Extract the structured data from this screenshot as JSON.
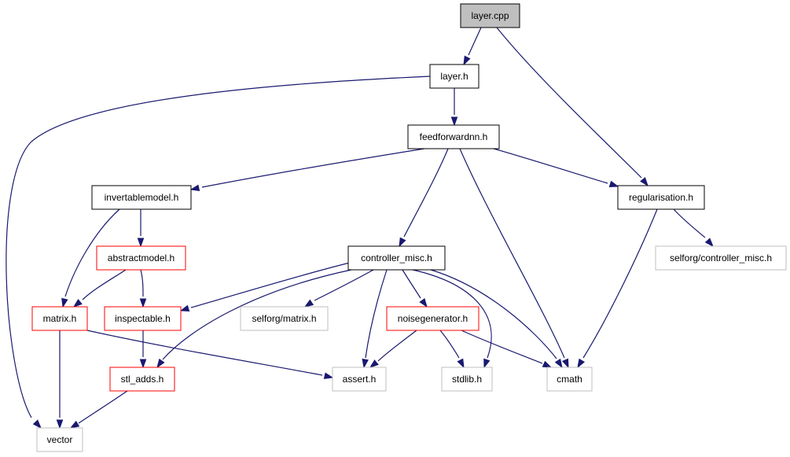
{
  "colors": {
    "edge": "#191970",
    "root_fill": "#bfbfbf",
    "black_border": "#000000",
    "red_border": "#ff0000",
    "gray_border": "#bfbfbf",
    "background": "#ffffff"
  },
  "nodes": [
    {
      "id": "layer_cpp",
      "label": "layer.cpp",
      "style": "root"
    },
    {
      "id": "layer_h",
      "label": "layer.h",
      "style": "black"
    },
    {
      "id": "feedforwardnn_h",
      "label": "feedforwardnn.h",
      "style": "black"
    },
    {
      "id": "invertablemodel_h",
      "label": "invertablemodel.h",
      "style": "black"
    },
    {
      "id": "regularisation_h",
      "label": "regularisation.h",
      "style": "black"
    },
    {
      "id": "abstractmodel_h",
      "label": "abstractmodel.h",
      "style": "red"
    },
    {
      "id": "controller_misc_h",
      "label": "controller_misc.h",
      "style": "black"
    },
    {
      "id": "selforg_controller_misc_h",
      "label": "selforg/controller_misc.h",
      "style": "gray"
    },
    {
      "id": "matrix_h",
      "label": "matrix.h",
      "style": "red"
    },
    {
      "id": "inspectable_h",
      "label": "inspectable.h",
      "style": "red"
    },
    {
      "id": "selforg_matrix_h",
      "label": "selforg/matrix.h",
      "style": "gray"
    },
    {
      "id": "noisegenerator_h",
      "label": "noisegenerator.h",
      "style": "red"
    },
    {
      "id": "stl_adds_h",
      "label": "stl_adds.h",
      "style": "red"
    },
    {
      "id": "assert_h",
      "label": "assert.h",
      "style": "gray"
    },
    {
      "id": "stdlib_h",
      "label": "stdlib.h",
      "style": "gray"
    },
    {
      "id": "cmath",
      "label": "cmath",
      "style": "gray"
    },
    {
      "id": "vector",
      "label": "vector",
      "style": "gray"
    }
  ],
  "edges": [
    {
      "from": "layer_cpp",
      "to": "layer_h"
    },
    {
      "from": "layer_cpp",
      "to": "regularisation_h"
    },
    {
      "from": "layer_h",
      "to": "vector"
    },
    {
      "from": "layer_h",
      "to": "feedforwardnn_h"
    },
    {
      "from": "feedforwardnn_h",
      "to": "invertablemodel_h"
    },
    {
      "from": "feedforwardnn_h",
      "to": "regularisation_h"
    },
    {
      "from": "feedforwardnn_h",
      "to": "controller_misc_h"
    },
    {
      "from": "feedforwardnn_h",
      "to": "cmath"
    },
    {
      "from": "invertablemodel_h",
      "to": "abstractmodel_h"
    },
    {
      "from": "invertablemodel_h",
      "to": "matrix_h"
    },
    {
      "from": "regularisation_h",
      "to": "selforg_controller_misc_h"
    },
    {
      "from": "regularisation_h",
      "to": "cmath"
    },
    {
      "from": "abstractmodel_h",
      "to": "matrix_h"
    },
    {
      "from": "abstractmodel_h",
      "to": "inspectable_h"
    },
    {
      "from": "controller_misc_h",
      "to": "inspectable_h"
    },
    {
      "from": "controller_misc_h",
      "to": "stl_adds_h"
    },
    {
      "from": "controller_misc_h",
      "to": "selforg_matrix_h"
    },
    {
      "from": "controller_misc_h",
      "to": "noisegenerator_h"
    },
    {
      "from": "controller_misc_h",
      "to": "assert_h"
    },
    {
      "from": "controller_misc_h",
      "to": "stdlib_h"
    },
    {
      "from": "controller_misc_h",
      "to": "cmath"
    },
    {
      "from": "matrix_h",
      "to": "vector"
    },
    {
      "from": "matrix_h",
      "to": "assert_h"
    },
    {
      "from": "inspectable_h",
      "to": "stl_adds_h"
    },
    {
      "from": "noisegenerator_h",
      "to": "assert_h"
    },
    {
      "from": "noisegenerator_h",
      "to": "stdlib_h"
    },
    {
      "from": "noisegenerator_h",
      "to": "cmath"
    },
    {
      "from": "stl_adds_h",
      "to": "vector"
    }
  ]
}
